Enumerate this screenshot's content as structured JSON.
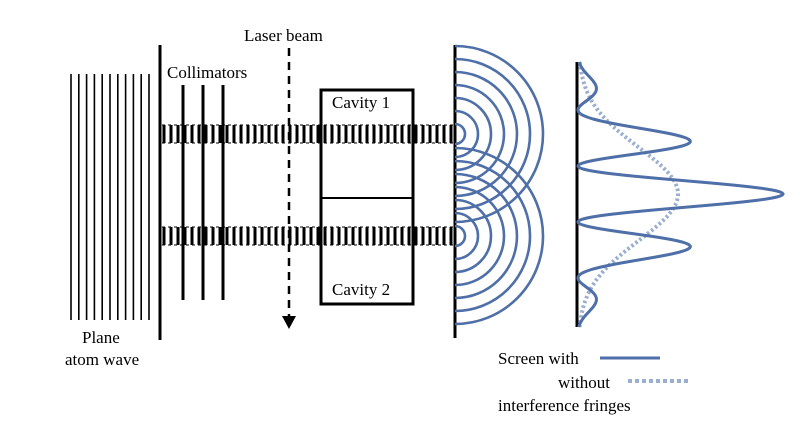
{
  "labels": {
    "laser_beam": "Laser beam",
    "collimators": "Collimators",
    "cavity_1": "Cavity 1",
    "cavity_2": "Cavity 2",
    "plane_line1": "Plane",
    "plane_line2": "atom wave",
    "legend_with": "Screen with",
    "legend_without": "without",
    "legend_fringes": "interference fringes"
  },
  "colors": {
    "ink": "#000000",
    "wave": "#4f6fa8",
    "dotted_profile": "#9aaed0"
  }
}
